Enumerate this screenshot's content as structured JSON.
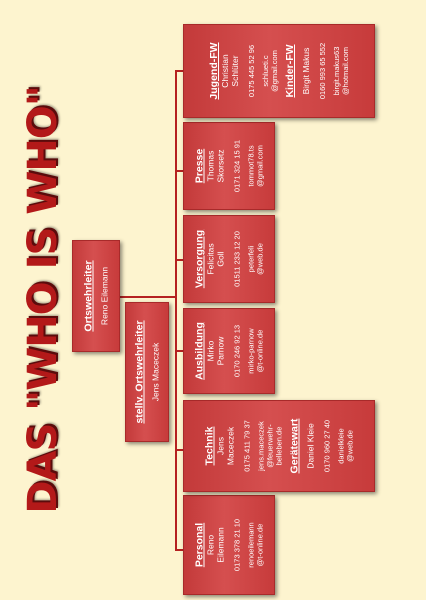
{
  "title": "DAS \"WHO IS WHO\"",
  "colors": {
    "background": "#fdf4cf",
    "box": "#c93f3f",
    "line": "#b52121",
    "title": "#b31919"
  },
  "ortswehrleiter": {
    "title": "Ortswehrleiter",
    "name": "Reno Eilemann"
  },
  "stellv": {
    "title": "stellv. Ortswehrleiter",
    "name": "Jens Maceczek"
  },
  "personal": {
    "title": "Personal",
    "name1": "Reno",
    "name2": "Eilemann",
    "phone": "0173 378 21 10",
    "email1": "renoeilemann",
    "email2": "@t-online.de"
  },
  "technik": {
    "title": "Technik",
    "name1": "Jens",
    "name2": "Maceczek",
    "phone": "0175 411 79 37",
    "email1": "jens.maceczek",
    "email2": "@feuerwehr-",
    "email3": "belleben.de"
  },
  "geraetewart": {
    "title": "Gerätewart",
    "name": "Daniel Kleie",
    "phone": "0170 960 27 40",
    "email1": "danielkleie",
    "email2": "@web.de"
  },
  "ausbildung": {
    "title": "Ausbildung",
    "name1": "Mirko",
    "name2": "Parnow",
    "phone": "0170 246 92 13",
    "email1": "mirko-parnow",
    "email2": "@t-online.de"
  },
  "versorgung": {
    "title": "Versorgung",
    "name1": "Felicitas",
    "name2": "Goll",
    "phone": "01511 233 12 20",
    "email1": "peterfeli",
    "email2": "@web.de"
  },
  "presse": {
    "title": "Presse",
    "name1": "Thomas",
    "name2": "Skorsetz",
    "phone": "0171 324 15 91",
    "email1": "tommot78.ts",
    "email2": "@gmail.com"
  },
  "jugend": {
    "title": "Jugend-FW",
    "name1": "Christian",
    "name2": "Schlüter",
    "phone": "0175 445 52 96",
    "email1": "schlueti.c",
    "email2": "@gmail.com"
  },
  "kinder": {
    "title": "Kinder-FW",
    "name": "Birgit Makus",
    "phone": "0160 993 65 552",
    "email1": "birgit.makus63",
    "email2": "@hotmail.com"
  }
}
